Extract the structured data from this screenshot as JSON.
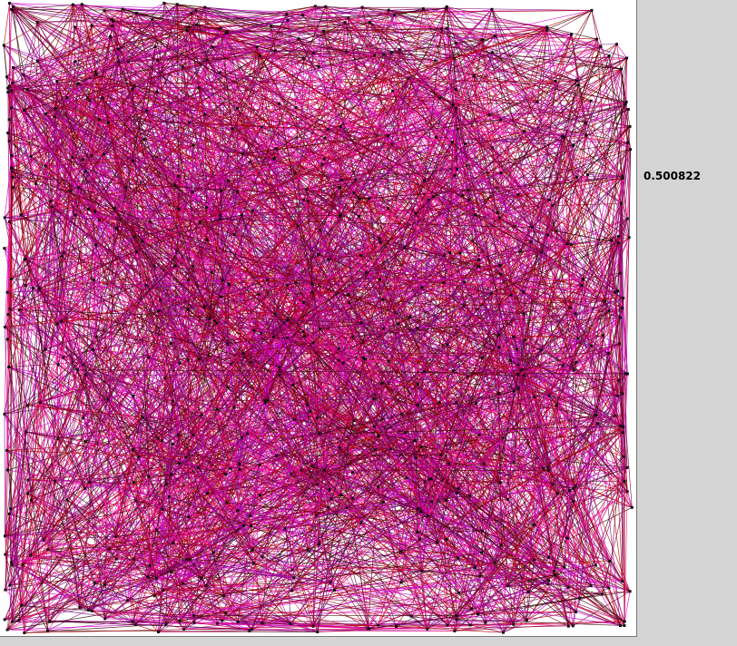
{
  "readout": {
    "value": "0.500822"
  },
  "colors": {
    "background": "#d4d4d4",
    "canvas": "#ffffff",
    "node": "#111111",
    "edge_palette": [
      "#cc00cc",
      "#8b0033",
      "#b00000",
      "#7a0a7a",
      "#ff1493",
      "#330000"
    ]
  },
  "graph": {
    "node_count": 700,
    "edge_count": 5200
  }
}
